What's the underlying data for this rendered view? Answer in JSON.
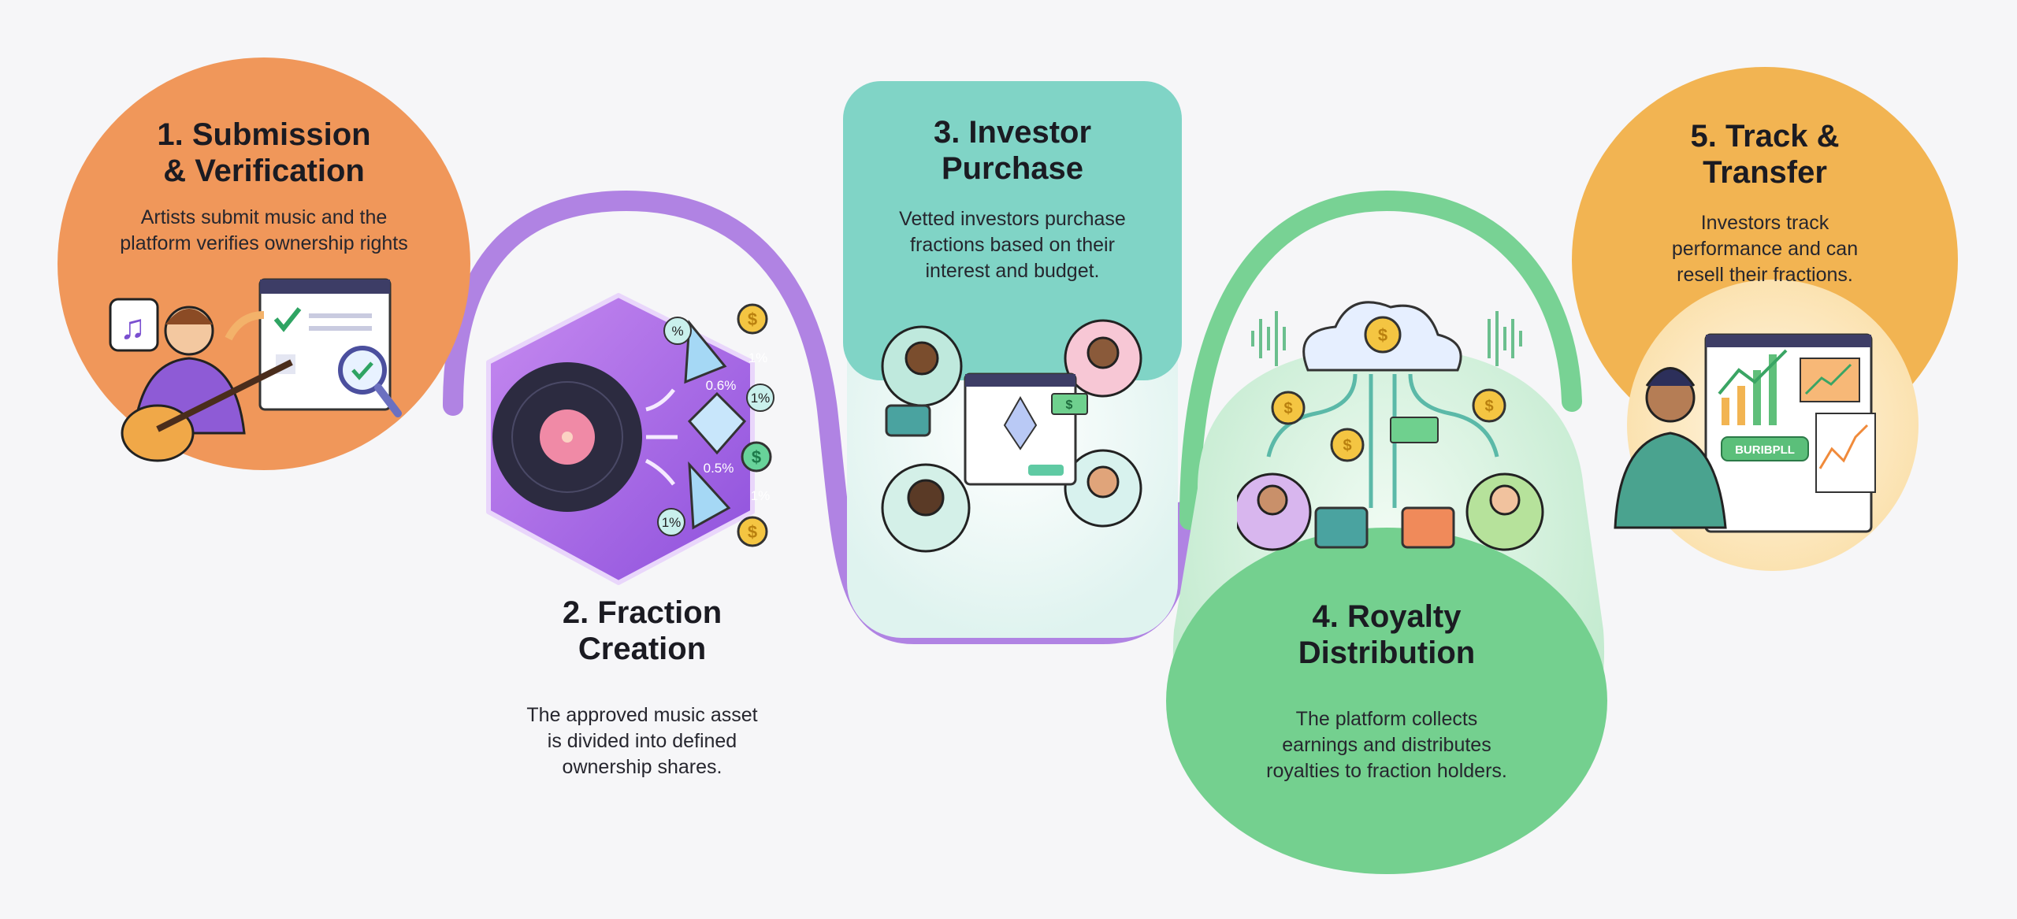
{
  "colors": {
    "step1": "#F0975A",
    "step2": "#A265E0",
    "step3": "#80D4C6",
    "step4": "#74D08F",
    "step5": "#F2B452",
    "background": "#F6F6F8"
  },
  "steps": [
    {
      "title": "1. Submission & Verification",
      "title_lines": [
        "1. Submission",
        "& Verification"
      ],
      "description": "Artists submit music and the platform verifies ownership rights",
      "desc_lines": [
        "Artists submit music and the",
        "platform verifies ownership rights"
      ],
      "icons": [
        "music-note-icon",
        "guitarist-icon",
        "checklist-window-icon",
        "magnifier-check-icon"
      ]
    },
    {
      "title": "2. Fraction Creation",
      "title_lines": [
        "2. Fraction",
        "Creation"
      ],
      "description": "The approved music asset is divided into defined ownership shares.",
      "desc_lines": [
        "The approved music asset",
        "is divided into defined",
        "ownership shares."
      ],
      "icons": [
        "vinyl-record-icon",
        "diamond-fraction-icon",
        "coin-icon"
      ],
      "labels": [
        "%",
        "1%",
        "0.6%",
        "1%",
        "0.5%",
        "1%",
        "1%"
      ],
      "coin_symbol": "$"
    },
    {
      "title": "3. Investor Purchase",
      "title_lines": [
        "3. Investor",
        "Purchase"
      ],
      "description": "Vetted investors purchase fractions based on their interest and budget.",
      "desc_lines": [
        "Vetted investors purchase",
        "fractions based on their",
        "interest and budget."
      ],
      "icons": [
        "investor-avatar-icon",
        "marketplace-window-icon",
        "wallet-icon",
        "banknote-icon"
      ]
    },
    {
      "title": "4. Royalty Distribution",
      "title_lines": [
        "4. Royalty",
        "Distribution"
      ],
      "description": "The platform collects earnings and distributes royalties to fraction holders.",
      "desc_lines": [
        "The platform collects",
        "earnings and distributes",
        "royalties to fraction holders."
      ],
      "icons": [
        "cloud-coin-icon",
        "sound-wave-icon",
        "coin-icon",
        "banknote-icon",
        "wallet-icon",
        "holder-avatar-icon"
      ]
    },
    {
      "title": "5. Track & Transfer",
      "title_lines": [
        "5. Track &",
        "Transfer"
      ],
      "description": "Investors track performance and can resell their fractions.",
      "desc_lines": [
        "Investors track",
        "performance and can",
        "resell their fractions."
      ],
      "icons": [
        "investor-icon",
        "dashboard-chart-icon"
      ],
      "button_label": "BURIBPLL"
    }
  ]
}
